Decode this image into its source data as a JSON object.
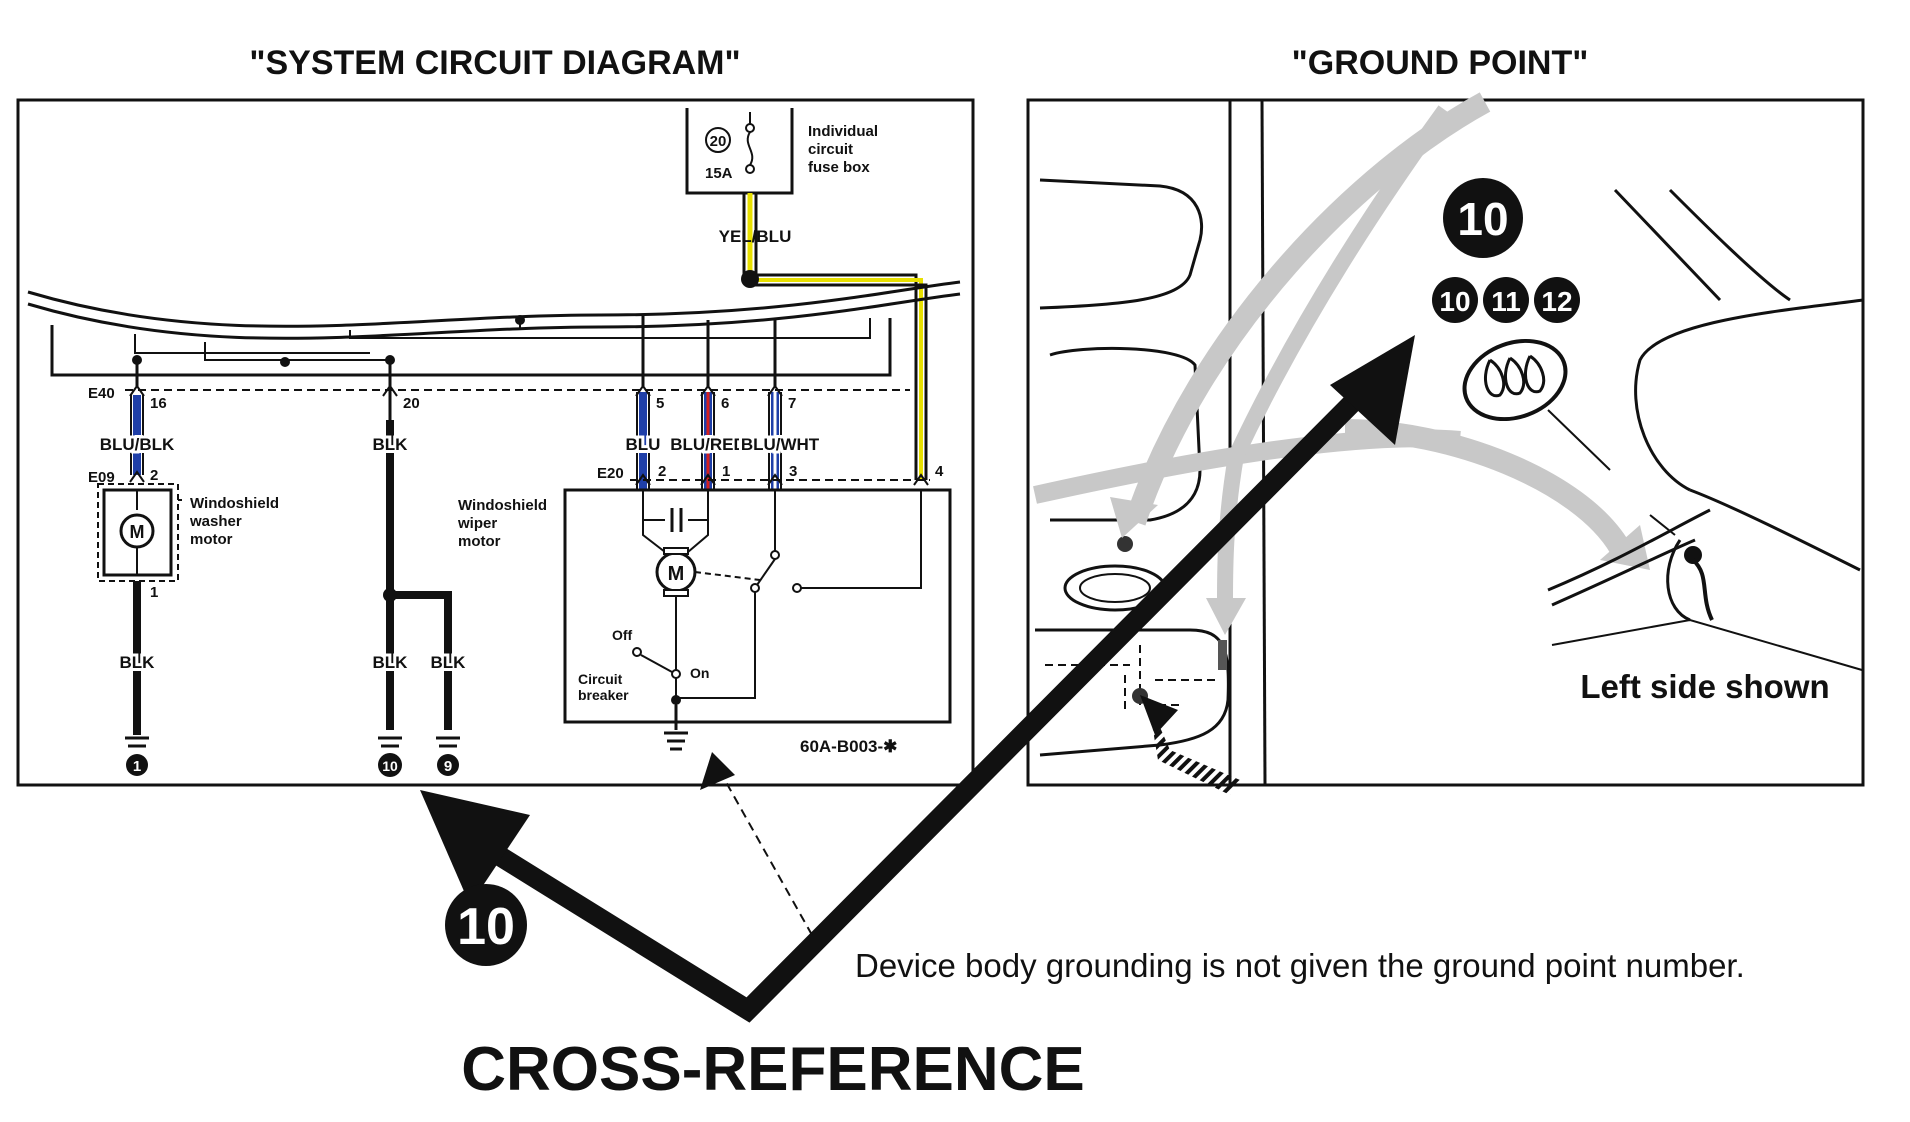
{
  "titles": {
    "left": "\"SYSTEM CIRCUIT DIAGRAM\"",
    "right": "\"GROUND POINT\""
  },
  "fuse": {
    "number": "20",
    "rating": "15A",
    "label_lines": [
      "Individual",
      "circuit",
      "fuse box"
    ]
  },
  "wires": {
    "yel_blu": "YEL/BLU",
    "blu_blk": "BLU/BLK",
    "blk": "BLK",
    "blu": "BLU",
    "blu_red": "BLU/RED",
    "blu_wht": "BLU/WHT"
  },
  "connectors": {
    "e40": "E40",
    "e09": "E09",
    "e20": "E20"
  },
  "pins": {
    "p16": "16",
    "p20": "20",
    "p5": "5",
    "p6": "6",
    "p7": "7",
    "p2a": "2",
    "p1a": "1",
    "p2b": "2",
    "p1b": "1",
    "p3": "3",
    "p4": "4"
  },
  "components": {
    "washer_lines": [
      "Windoshield",
      "washer",
      "motor"
    ],
    "wiper_lines": [
      "Windoshield",
      "wiper",
      "motor"
    ],
    "motor_symbol": "M",
    "switch_off": "Off",
    "switch_on": "On",
    "breaker_lines": [
      "Circuit",
      "breaker"
    ]
  },
  "ground_numbers": {
    "g1": "1",
    "g10": "10",
    "g9": "9"
  },
  "diagram_code": "60A-B003-✱",
  "ground_point": {
    "big_number": "10",
    "numbers": [
      "10",
      "11",
      "12"
    ],
    "side_note": "Left side shown"
  },
  "callout": {
    "number": "10",
    "device_note": "Device body grounding is not given the ground point number.",
    "cross_reference": "CROSS-REFERENCE"
  }
}
